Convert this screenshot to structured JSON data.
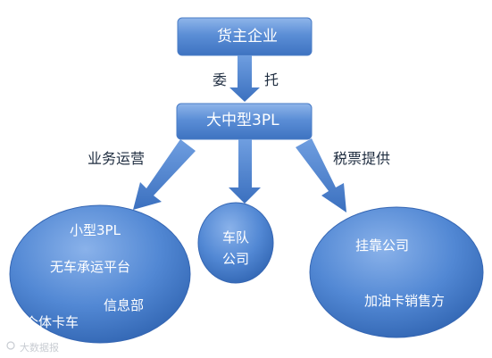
{
  "nodes": {
    "shipper": "货主企业",
    "large_3pl": "大中型3PL",
    "left_cluster": {
      "small_3pl": "小型3PL",
      "platform": "无车承运平台",
      "info_dept": "信息部",
      "truck_owner": "个体卡车"
    },
    "fleet": {
      "line1": "车队",
      "line2": "公司"
    },
    "right_cluster": {
      "affiliated": "挂靠公司",
      "fuel_card": "加油卡销售方"
    }
  },
  "edges": {
    "entrust": {
      "char1": "委",
      "char2": "托"
    },
    "business_ops": "业务运营",
    "tax_invoice": "税票提供"
  },
  "watermark": "大数据报",
  "colors": {
    "node_fill": "#5b8ed6",
    "node_dark": "#2d64b4",
    "arrow": "#4f86d2",
    "text_dark": "#1f2d40"
  }
}
